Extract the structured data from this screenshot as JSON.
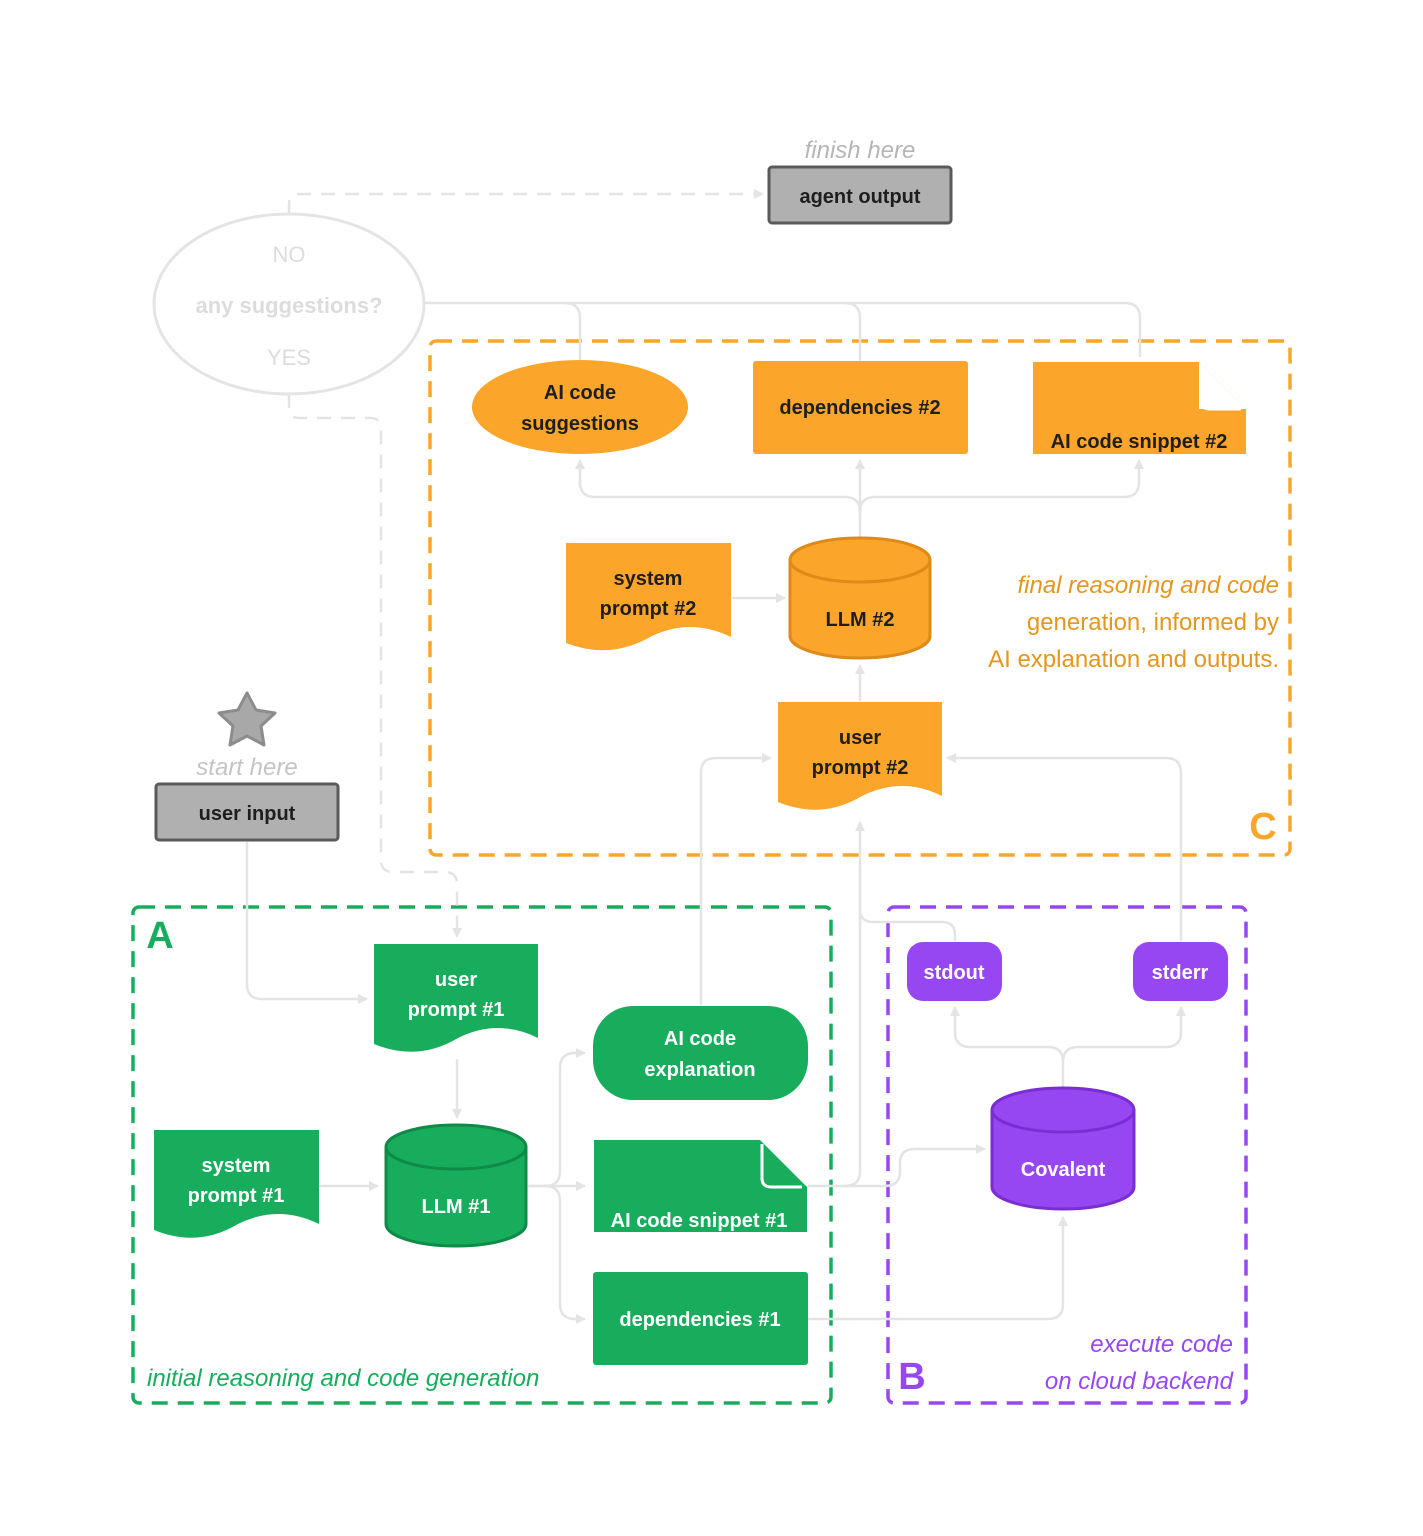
{
  "colors": {
    "green": "#17ad5c",
    "green_dark": "#0f8a47",
    "orange": "#fba52a",
    "orange_dark": "#dd8a19",
    "purple": "#9747f1",
    "purple_dark": "#7a2ed1",
    "gray": "#b0b0b0",
    "gray_dark": "#5a5a5a",
    "faded": "#e4e4e4",
    "white": "#ffffff"
  },
  "start": {
    "icon": "star-icon",
    "caption": "start here",
    "label": "user input"
  },
  "finish": {
    "caption": "finish here",
    "label": "agent output"
  },
  "decision": {
    "no": "NO",
    "question": "any suggestions?",
    "yes": "YES"
  },
  "section_a": {
    "letter": "A",
    "caption": "initial reasoning and code generation",
    "user_prompt": [
      "user",
      "prompt #1"
    ],
    "system_prompt": [
      "system",
      "prompt #1"
    ],
    "llm": "LLM #1",
    "explanation": [
      "AI code",
      "explanation"
    ],
    "snippet": "AI code snippet #1",
    "dependencies": "dependencies #1"
  },
  "section_b": {
    "letter": "B",
    "caption": [
      "execute code",
      "on cloud backend"
    ],
    "stdout": "stdout",
    "stderr": "stderr",
    "backend": "Covalent"
  },
  "section_c": {
    "letter": "C",
    "caption": [
      "final reasoning and code",
      "generation, informed by",
      "AI explanation and outputs."
    ],
    "suggestions": [
      "AI code",
      "suggestions"
    ],
    "dependencies": "dependencies #2",
    "snippet": "AI code snippet #2",
    "system_prompt": [
      "system",
      "prompt #2"
    ],
    "llm": "LLM #2",
    "user_prompt": [
      "user",
      "prompt #2"
    ]
  }
}
